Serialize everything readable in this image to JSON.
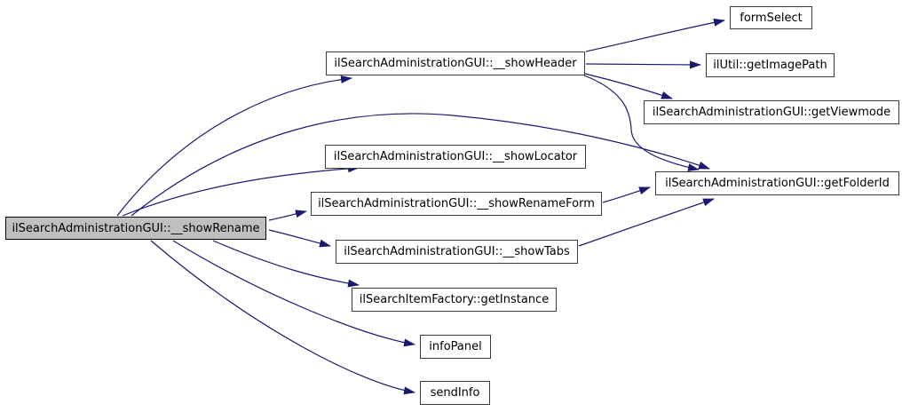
{
  "diagram": {
    "type": "call-graph",
    "edge_color": "#191970",
    "highlight_fill": "#bfbfbf",
    "nodes": {
      "showRename": {
        "label": "ilSearchAdministrationGUI::__showRename",
        "highlighted": true
      },
      "showHeader": {
        "label": "ilSearchAdministrationGUI::__showHeader"
      },
      "formSelect": {
        "label": "formSelect"
      },
      "getImagePath": {
        "label": "ilUtil::getImagePath"
      },
      "getViewmode": {
        "label": "ilSearchAdministrationGUI::getViewmode"
      },
      "getFolderId": {
        "label": "ilSearchAdministrationGUI::getFolderId"
      },
      "showLocator": {
        "label": "ilSearchAdministrationGUI::__showLocator"
      },
      "showRenameForm": {
        "label": "ilSearchAdministrationGUI::__showRenameForm"
      },
      "showTabs": {
        "label": "ilSearchAdministrationGUI::__showTabs"
      },
      "getInstance": {
        "label": "ilSearchItemFactory::getInstance"
      },
      "infoPanel": {
        "label": "infoPanel"
      },
      "sendInfo": {
        "label": "sendInfo"
      }
    },
    "edges": [
      {
        "from": "ilSearchAdministrationGUI::__showRename",
        "to": "ilSearchAdministrationGUI::__showHeader"
      },
      {
        "from": "ilSearchAdministrationGUI::__showRename",
        "to": "ilSearchAdministrationGUI::getFolderId"
      },
      {
        "from": "ilSearchAdministrationGUI::__showRename",
        "to": "ilSearchAdministrationGUI::__showLocator"
      },
      {
        "from": "ilSearchAdministrationGUI::__showRename",
        "to": "ilSearchAdministrationGUI::__showRenameForm"
      },
      {
        "from": "ilSearchAdministrationGUI::__showRename",
        "to": "ilSearchAdministrationGUI::__showTabs"
      },
      {
        "from": "ilSearchAdministrationGUI::__showRename",
        "to": "ilSearchItemFactory::getInstance"
      },
      {
        "from": "ilSearchAdministrationGUI::__showRename",
        "to": "infoPanel"
      },
      {
        "from": "ilSearchAdministrationGUI::__showRename",
        "to": "sendInfo"
      },
      {
        "from": "ilSearchAdministrationGUI::__showHeader",
        "to": "formSelect"
      },
      {
        "from": "ilSearchAdministrationGUI::__showHeader",
        "to": "ilUtil::getImagePath"
      },
      {
        "from": "ilSearchAdministrationGUI::__showHeader",
        "to": "ilSearchAdministrationGUI::getViewmode"
      },
      {
        "from": "ilSearchAdministrationGUI::__showHeader",
        "to": "ilSearchAdministrationGUI::getFolderId"
      },
      {
        "from": "ilSearchAdministrationGUI::__showRenameForm",
        "to": "ilSearchAdministrationGUI::getFolderId"
      },
      {
        "from": "ilSearchAdministrationGUI::__showTabs",
        "to": "ilSearchAdministrationGUI::getFolderId"
      }
    ]
  }
}
